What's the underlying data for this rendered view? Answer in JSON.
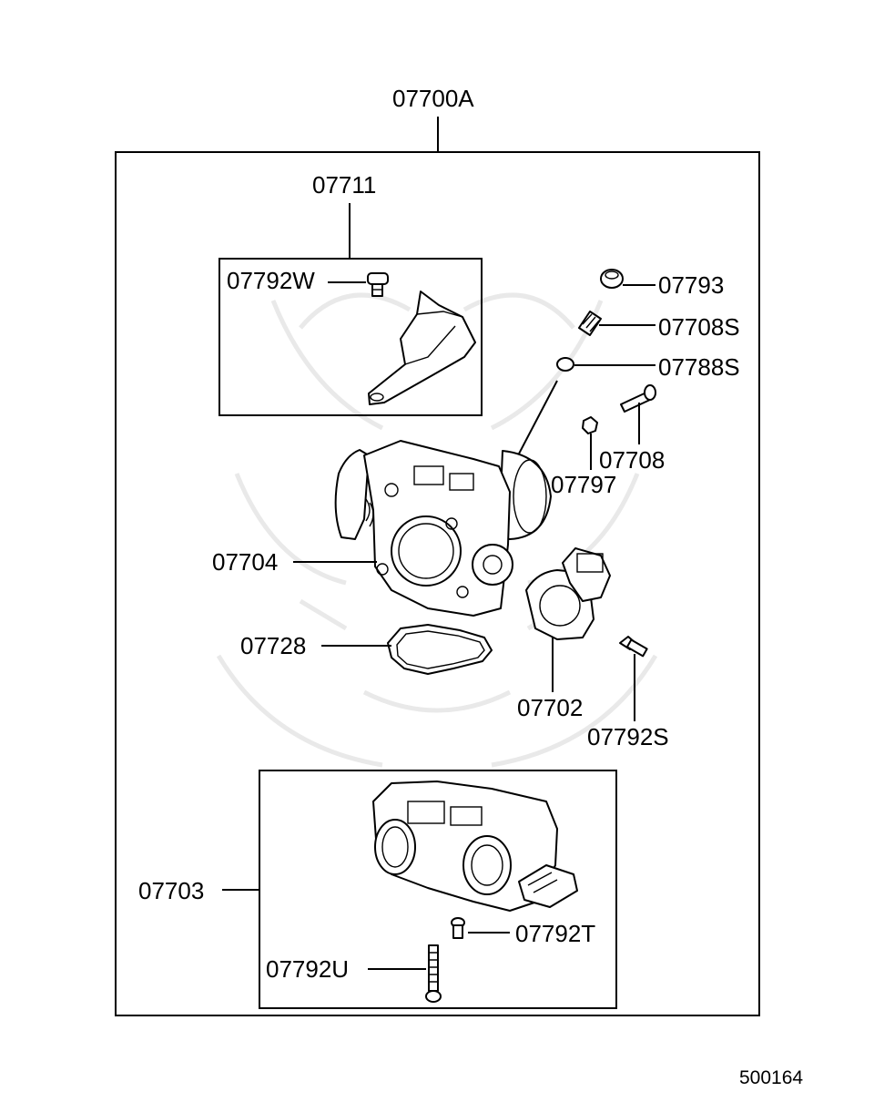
{
  "diagram": {
    "labels": {
      "assembly": "07700A",
      "bracket_kit": "07711",
      "bracket_screw": "07792W",
      "cap": "07793",
      "adjust_screw": "07708S",
      "o_ring": "07788S",
      "screw": "07708",
      "nut": "07797",
      "body": "07704",
      "gasket": "07728",
      "sensor": "07702",
      "sensor_screw": "07792S",
      "sub_assembly": "07703",
      "screw_t": "07792T",
      "screw_u": "07792U"
    },
    "reference_number": "500164"
  }
}
